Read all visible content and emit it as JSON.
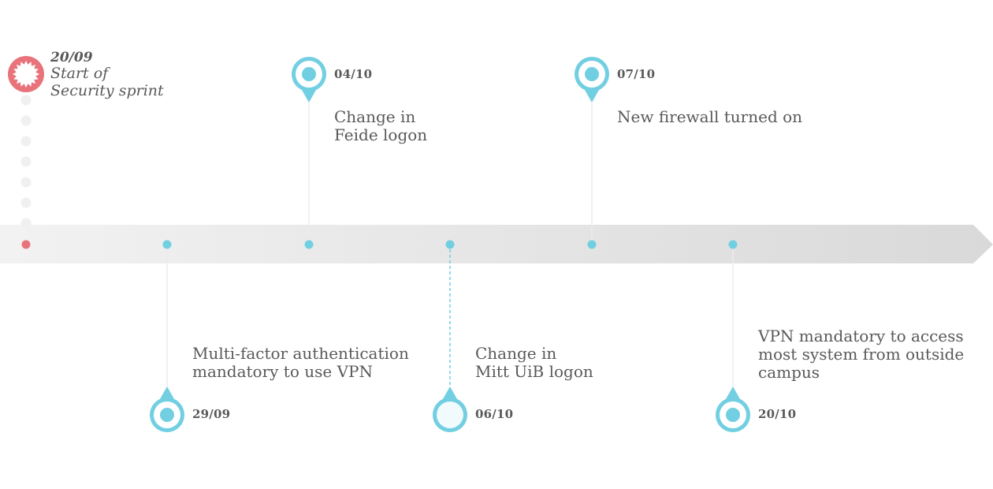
{
  "colors": {
    "accent": "#72cfe2",
    "start": "#e8737b",
    "arrow_light": "#f2f2f2",
    "arrow_dark": "#d9d9d9",
    "text": "#595959"
  },
  "start": {
    "date": "20/09",
    "label": "Start of\nSecurity sprint",
    "icon": "badge-icon"
  },
  "events": [
    {
      "date": "04/10",
      "label": "Change in\nFeide logon",
      "side": "top",
      "pin_icon": "map-pin-icon"
    },
    {
      "date": "07/10",
      "label": "New firewall turned on",
      "side": "top",
      "pin_icon": "map-pin-icon"
    },
    {
      "date": "29/09",
      "label": "Multi-factor authentication\nmandatory to use VPN",
      "side": "bottom",
      "pin_icon": "map-pin-icon"
    },
    {
      "date": "06/10",
      "label": "Change in\nMitt UiB logon",
      "side": "bottom",
      "pin_icon": "map-pin-icon"
    },
    {
      "date": "20/10",
      "label": "VPN mandatory to access\nmost system from outside\ncampus",
      "side": "bottom",
      "pin_icon": "map-pin-icon"
    }
  ]
}
